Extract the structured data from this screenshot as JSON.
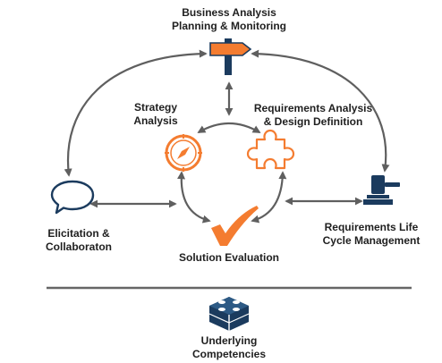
{
  "nodes": {
    "planning": {
      "line1": "Business Analysis",
      "line2": "Planning & Monitoring",
      "icon": "signpost-icon"
    },
    "strategy": {
      "line1": "Strategy",
      "line2": "Analysis",
      "icon": "compass-icon"
    },
    "requirements_design": {
      "line1": "Requirements Analysis",
      "line2": "& Design Definition",
      "icon": "puzzle-piece-icon"
    },
    "elicitation": {
      "line1": "Elicitation &",
      "line2": "Collaboraton",
      "icon": "speech-bubble-icon"
    },
    "lifecycle": {
      "line1": "Requirements Life",
      "line2": "Cycle Management",
      "icon": "gavel-icon"
    },
    "solution": {
      "line1": "Solution Evaluation",
      "icon": "checkmark-icon"
    },
    "competencies": {
      "line1": "Underlying",
      "line2": "Competencies",
      "icon": "stacked-blocks-icon"
    }
  },
  "colors": {
    "accent_orange": "#f47c30",
    "arrow_gray": "#5f5f5f",
    "divider_gray": "#666666",
    "icon_navy": "#1b3b5e",
    "text": "#1f1f1f"
  }
}
